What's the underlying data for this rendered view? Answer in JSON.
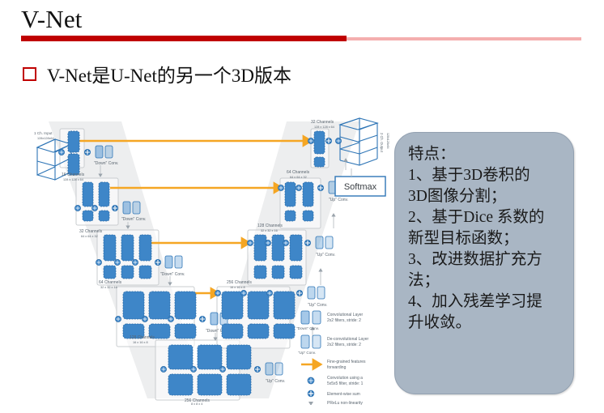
{
  "slide": {
    "title": "V-Net",
    "bullet": "V-Net是U-Net的另一个3D版本",
    "accent_color": "#C00000",
    "accent_light_color": "#F4AFAF"
  },
  "callout": {
    "background_color": "#A9B6C4",
    "lines": [
      "特点：",
      "1、基于3D卷积的",
      "3D图像分割；",
      "2、基于Dice 系数的",
      "新型目标函数；",
      "3、改进数据扩充方",
      "法；",
      "4、加入残差学习提",
      "升收敛。"
    ]
  },
  "diagram": {
    "name": "v-net-architecture",
    "softmax_label": "Softmax",
    "input_label": "1 Ch. Input",
    "input_size": "128x128x64",
    "output_label": "2 Ch. Output",
    "output_size": "128x128x64",
    "down_conv_label": "\"Down\" Conv.",
    "up_conv_label": "\"Up\" Conv.",
    "encoder_stages": [
      {
        "channels": "16 Channels",
        "size": "128 x 128 x 64"
      },
      {
        "channels": "32 Channels",
        "size": "64 x 64 x 32"
      },
      {
        "channels": "64 Channels",
        "size": "32 x 32 x 16"
      },
      {
        "channels": "128 Channels",
        "size": "16 x 16 x 8"
      },
      {
        "channels": "256 Channels",
        "size": "8 x 8 x 4"
      }
    ],
    "decoder_stages": [
      {
        "channels": "256 Channels",
        "size": "16 x 16 x 8"
      },
      {
        "channels": "128 Channels",
        "size": "32 x 32 x 16"
      },
      {
        "channels": "64 Channels",
        "size": "64 x 64 x 32"
      },
      {
        "channels": "32 Channels",
        "size": "128 x 128 x 64"
      }
    ],
    "legend": [
      {
        "icon": "conv-layer-icon",
        "caption": "\"Down\" Conv.",
        "line1": "Convolutional Layer",
        "line2": "2x2 filters, stride: 2"
      },
      {
        "icon": "deconv-layer-icon",
        "caption": "\"Up\" Conv.",
        "line1": "De-convolutional Layer",
        "line2": "2x2 filters, stride: 2"
      },
      {
        "icon": "arrow-icon",
        "caption": "",
        "line1": "Fine-grained features",
        "line2": "forwarding"
      },
      {
        "icon": "conv5-icon",
        "caption": "",
        "line1": "Convolution using a",
        "line2": "5x5x5 filter, stride: 1"
      },
      {
        "icon": "sum-icon",
        "caption": "",
        "line1": "Element-wise sum",
        "line2": ""
      },
      {
        "icon": "prelu-icon",
        "caption": "",
        "line1": "PReLu non-linearity",
        "line2": ""
      }
    ],
    "colors": {
      "block_fill": "#3E86C8",
      "block_outline": "#2E6DA8",
      "skip_arrow": "#F5A623",
      "frame": "#C9CCCF",
      "vshape": "#ECEDEE",
      "cube_outline": "#2E75B6"
    }
  }
}
